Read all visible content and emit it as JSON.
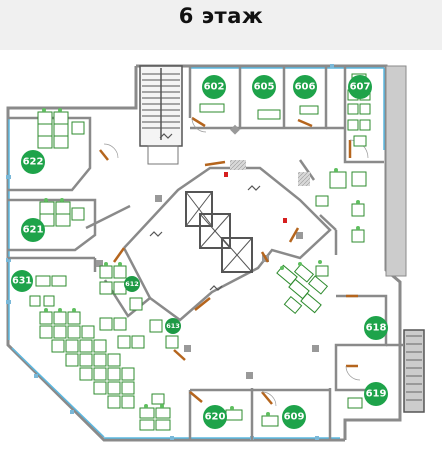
{
  "header": {
    "title": "6 этаж"
  },
  "colors": {
    "room_badge": "#1ea34a",
    "room_badge_small": "#1e9a45",
    "wall": "#8a8a8a",
    "window_glass": "#5bb8e0",
    "desk_outline": "#2e8b2e",
    "door": "#b5651d",
    "stair": "#555555",
    "marker_red": "#d61f1f"
  },
  "rooms": [
    {
      "id": "602",
      "label": "602"
    },
    {
      "id": "605",
      "label": "605"
    },
    {
      "id": "606",
      "label": "606"
    },
    {
      "id": "607",
      "label": "607"
    },
    {
      "id": "622",
      "label": "622"
    },
    {
      "id": "621",
      "label": "621"
    },
    {
      "id": "631",
      "label": "631"
    },
    {
      "id": "612",
      "label": "612"
    },
    {
      "id": "613",
      "label": "613"
    },
    {
      "id": "618",
      "label": "618"
    },
    {
      "id": "619",
      "label": "619"
    },
    {
      "id": "620",
      "label": "620"
    },
    {
      "id": "609",
      "label": "609"
    }
  ]
}
